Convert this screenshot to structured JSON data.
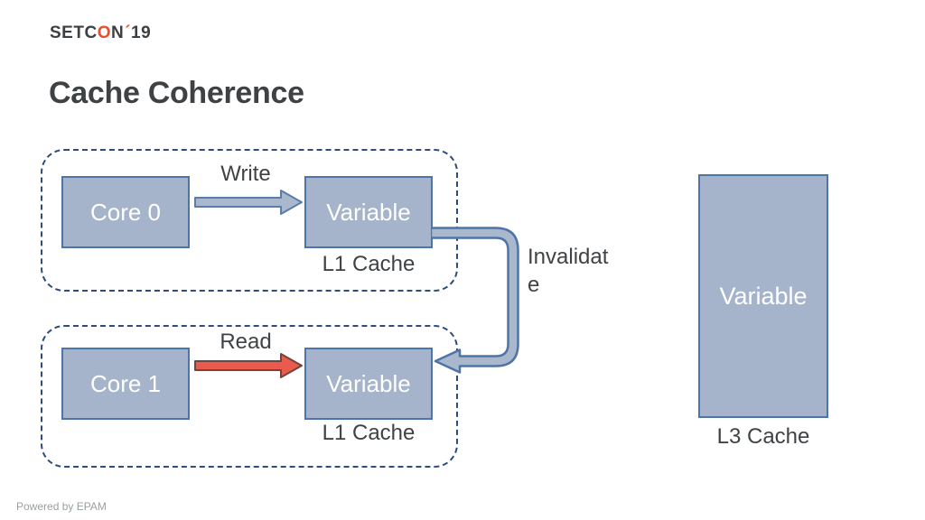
{
  "logo": {
    "text_left": "SETC",
    "o": "O",
    "text_right": "N",
    "tick": "´",
    "year": "19"
  },
  "title": "Cache Coherence",
  "footer": "Powered by EPAM",
  "diagram": {
    "groups": [
      {
        "core_label": "Core 0",
        "action_label": "Write",
        "variable_label": "Variable",
        "cache_label": "L1 Cache"
      },
      {
        "core_label": "Core 1",
        "action_label": "Read",
        "variable_label": "Variable",
        "cache_label": "L1 Cache"
      }
    ],
    "invalidate_label": "Invalidate",
    "l3": {
      "variable_label": "Variable",
      "cache_label": "L3 Cache"
    }
  },
  "colors": {
    "box_fill": "#a5b4ca",
    "box_border": "#4f74a8",
    "dashed_border": "#2e4d7b",
    "write_arrow_fill": "#a9b8cd",
    "read_arrow_fill": "#ea5a4d",
    "logo_accent": "#ee4c2a",
    "text_dark": "#3f4345",
    "footer_gray": "#9aa0a3"
  }
}
